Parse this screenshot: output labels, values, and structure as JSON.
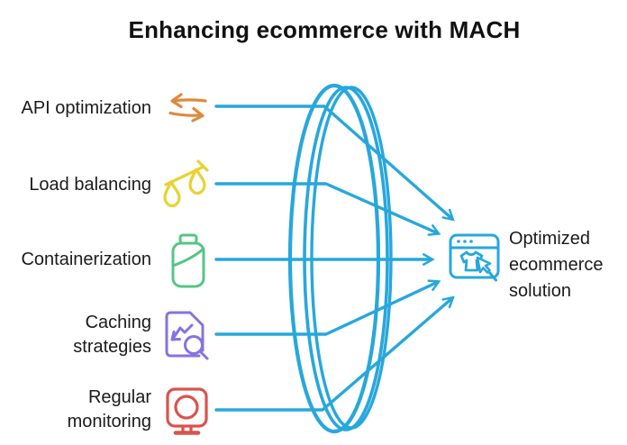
{
  "title": "Enhancing ecommerce with MACH",
  "inputs": [
    {
      "label": "API optimization",
      "icon": "transfer-arrows-icon",
      "color": "#dd8a3f"
    },
    {
      "label": "Load balancing",
      "icon": "balance-scale-icon",
      "color": "#e8d232"
    },
    {
      "label": "Containerization",
      "icon": "container-jar-icon",
      "color": "#55c584"
    },
    {
      "label": "Caching strategies",
      "icon": "cache-report-magnifier-icon",
      "color": "#8473e0"
    },
    {
      "label": "Regular monitoring",
      "icon": "monitor-icon",
      "color": "#d9534e"
    }
  ],
  "lens": {
    "shape": "convex-lens",
    "color": "#27a7dc"
  },
  "output": {
    "label": "Optimized ecommerce solution",
    "icon": "ecommerce-browser-cursor-icon",
    "color": "#27a7dc"
  }
}
